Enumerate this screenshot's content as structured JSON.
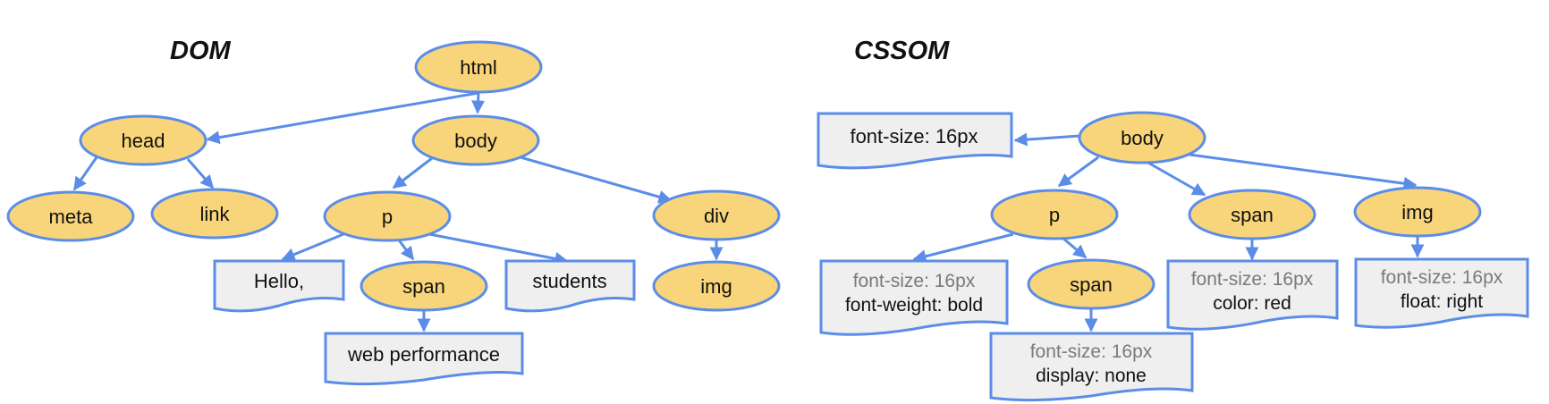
{
  "titles": {
    "dom": "DOM",
    "cssom": "CSSOM"
  },
  "dom": {
    "html": "html",
    "head": "head",
    "body": "body",
    "meta": "meta",
    "link": "link",
    "p": "p",
    "div": "div",
    "span": "span",
    "img": "img",
    "text_hello": "Hello,",
    "text_students": "students",
    "text_web_performance": "web performance"
  },
  "cssom": {
    "body": "body",
    "p": "p",
    "span": "span",
    "img": "img",
    "p_span": "span",
    "body_rule": "font-size: 16px",
    "p_inherited": "font-size: 16px",
    "p_rule": "font-weight: bold",
    "span_inherited": "font-size: 16px",
    "span_rule": "color: red",
    "img_inherited": "font-size: 16px",
    "img_rule": "float: right",
    "p_span_inherited": "font-size: 16px",
    "p_span_rule": "display: none"
  },
  "colors": {
    "node_fill": "#f8d57a",
    "edge": "#5b8de8",
    "doc_fill": "#efefef",
    "inherited_text": "#7a7a7a"
  }
}
